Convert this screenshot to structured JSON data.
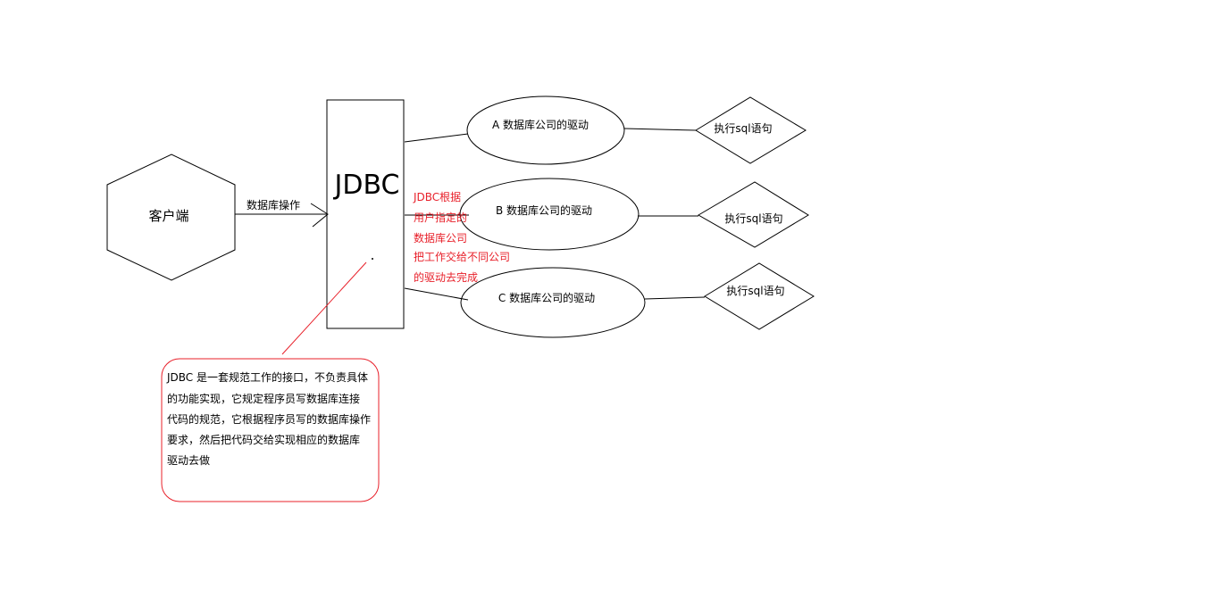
{
  "client": {
    "label": "客户端"
  },
  "arrow_label": "数据库操作",
  "jdbc": {
    "label": "JDBC"
  },
  "drivers": [
    {
      "label": "A 数据库公司的驱动",
      "action": "执行sql语句"
    },
    {
      "label": "B 数据库公司的驱动",
      "action": "执行sql语句"
    },
    {
      "label": "C 数据库公司的驱动",
      "action": "执行sql语句"
    }
  ],
  "red_annotation": [
    "JDBC根据",
    "用户指定的",
    "数据库公司",
    "把工作交给不同公司",
    "的驱动去完成"
  ],
  "note": {
    "lines": [
      "JDBC 是一套规范工作的接口，不负责具体",
      "的功能实现，它规定程序员写数据库连接",
      "代码的规范，它根据程序员写的数据库操作",
      "要求，然后把代码交给实现相应的数据库",
      "驱动去做"
    ]
  },
  "colors": {
    "line": "#000000",
    "annotation": "#e8202a"
  }
}
